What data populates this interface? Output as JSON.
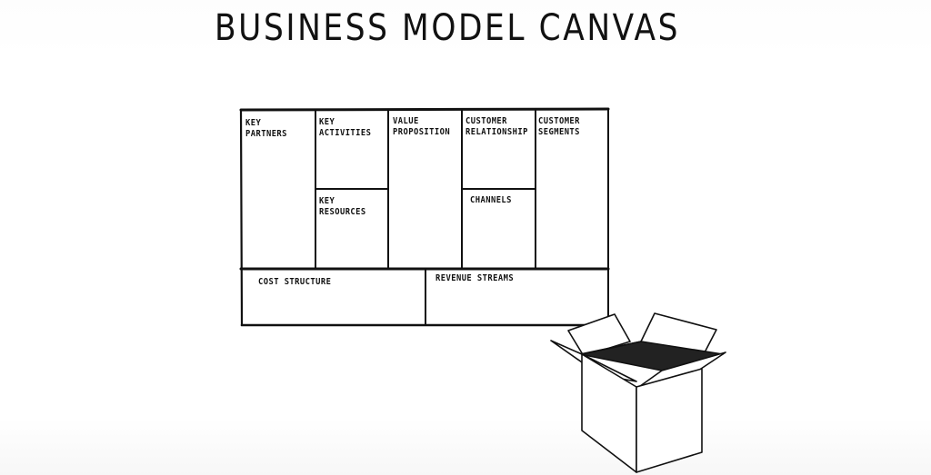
{
  "title": "BUSINESS MODEL CANVAS",
  "cells": {
    "key_partners": "KEY\nPARTNERS",
    "key_activities": "KEY\nACTIVITIES",
    "key_resources": "KEY\nRESOURCES",
    "value_proposition": "VALUE\nPROPOSITION",
    "customer_relationship": "CUSTOMER\nRELATIONSHIP",
    "channels": "CHANNELS",
    "customer_segments": "CUSTOMER\nSEGMENTS",
    "cost_structure": "COST STRUCTURE",
    "revenue_streams": "REVENUE STREAMS"
  },
  "icons": {
    "box": "open-cardboard-box-icon"
  }
}
